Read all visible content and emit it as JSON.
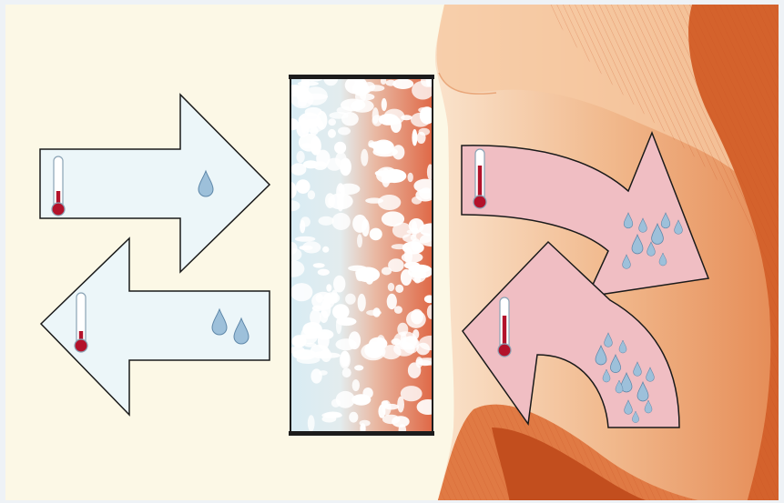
{
  "diagram": {
    "colors": {
      "background_left": "#fcf8e6",
      "frame": "#eef2f6",
      "skin_light": "#f6d7b8",
      "skin_mid": "#e8935e",
      "skin_dark": "#d4622c",
      "cool_arrow_fill": "#ecf6f9",
      "warm_arrow_fill": "#f0bec3",
      "arrow_stroke": "#1a1a1a",
      "mask_cool": "#d6eaf2",
      "mask_warm": "#df6c4c",
      "thermometer_red": "#b3122b",
      "droplet_blue": "#8ab2d2"
    },
    "elements": [
      {
        "id": "inhale-arrow-left",
        "icons": [
          "thermometer-icon",
          "droplet-icon"
        ],
        "temperature_level": 0.35,
        "droplet_count": 1
      },
      {
        "id": "exhale-arrow-left",
        "icons": [
          "thermometer-icon",
          "droplet-icon"
        ],
        "temperature_level": 0.25,
        "droplet_count": 2
      },
      {
        "id": "mask-filter",
        "icons": []
      },
      {
        "id": "exhale-arrow-right",
        "icons": [
          "thermometer-icon",
          "droplet-icon"
        ],
        "temperature_level": 0.75,
        "droplet_count": 9
      },
      {
        "id": "inhale-arrow-right",
        "icons": [
          "thermometer-icon",
          "droplet-icon"
        ],
        "temperature_level": 0.7,
        "droplet_count": 13
      }
    ]
  }
}
